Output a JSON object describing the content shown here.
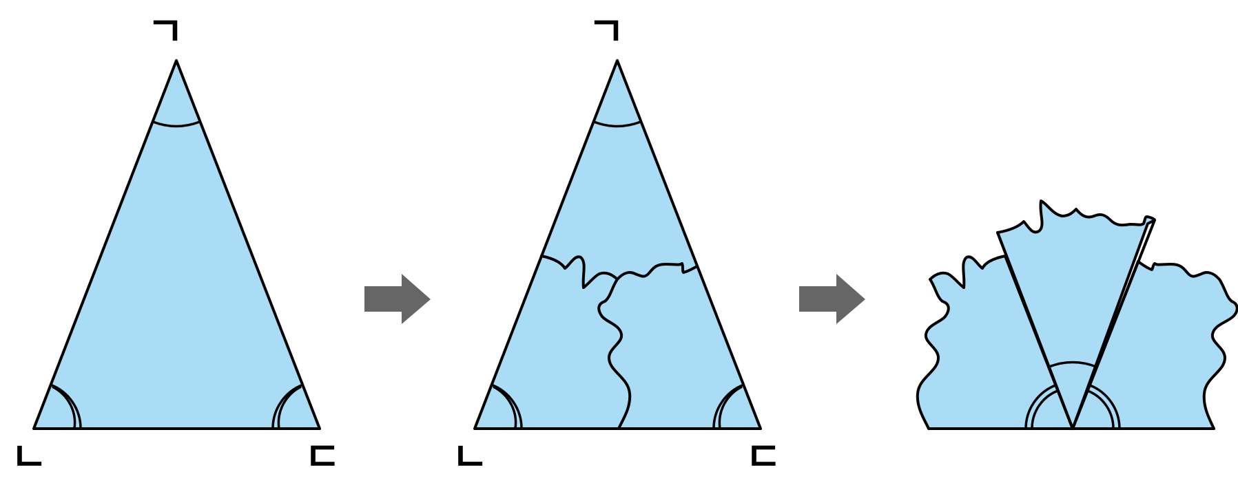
{
  "labels": {
    "apex": "ㄱ",
    "bottom_left": "ㄴ",
    "bottom_right": "ㄷ"
  },
  "colors": {
    "triangle_fill": "#abdcf6",
    "arrow": "#666666",
    "stroke": "#000000"
  },
  "panels": [
    "original-triangle",
    "torn-triangle",
    "rearranged-angles"
  ]
}
